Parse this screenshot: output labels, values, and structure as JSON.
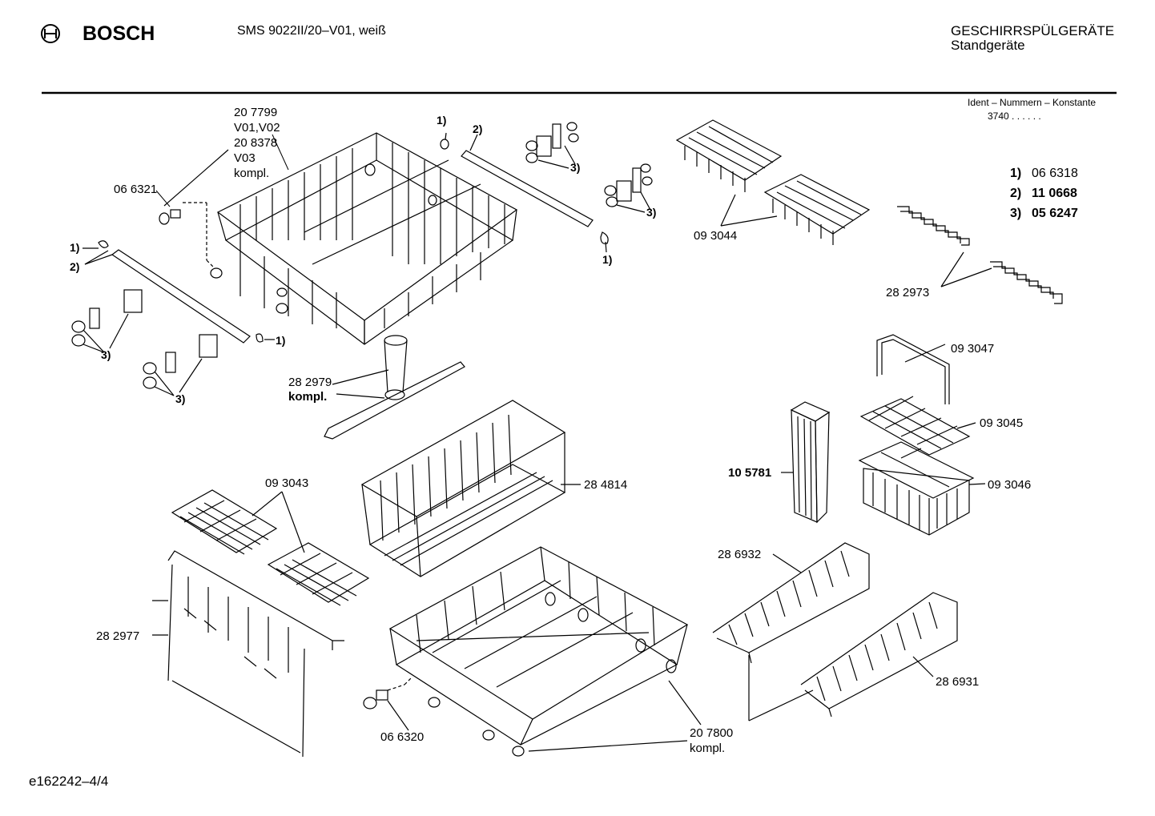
{
  "header": {
    "brand": "BOSCH",
    "model": "SMS 9022II/20–V01, weiß",
    "category": "GESCHIRRSPÜLGERÄTE",
    "subcategory": "Standgeräte",
    "ident_label": "Ident – Nummern – Konstante",
    "ident_value": "3740 . .  . . . ."
  },
  "legend": [
    {
      "key": "1)",
      "part": "06 6318"
    },
    {
      "key": "2)",
      "part": "11 0668"
    },
    {
      "key": "3)",
      "part": "05 6247"
    }
  ],
  "callouts": {
    "upper_basket": [
      "20 7799",
      "V01,V02",
      "20 8378",
      "V03",
      "kompl."
    ],
    "p066321": "06 6321",
    "p093044": "09 3044",
    "p282973": "28 2973",
    "p282979": "28 2979",
    "kompl": "kompl.",
    "p093047": "09 3047",
    "p093045": "09 3045",
    "p093046": "09 3046",
    "p105781": "10 5781",
    "p093043": "09 3043",
    "p284814": "28 4814",
    "p282977": "28 2977",
    "p286932": "28 6932",
    "p286931": "28 6931",
    "p066320": "06 6320",
    "p207800": "20 7800",
    "ref1": "1)",
    "ref2": "2)",
    "ref3": "3)"
  },
  "footer": {
    "doc_id": "e162242–4/4"
  }
}
